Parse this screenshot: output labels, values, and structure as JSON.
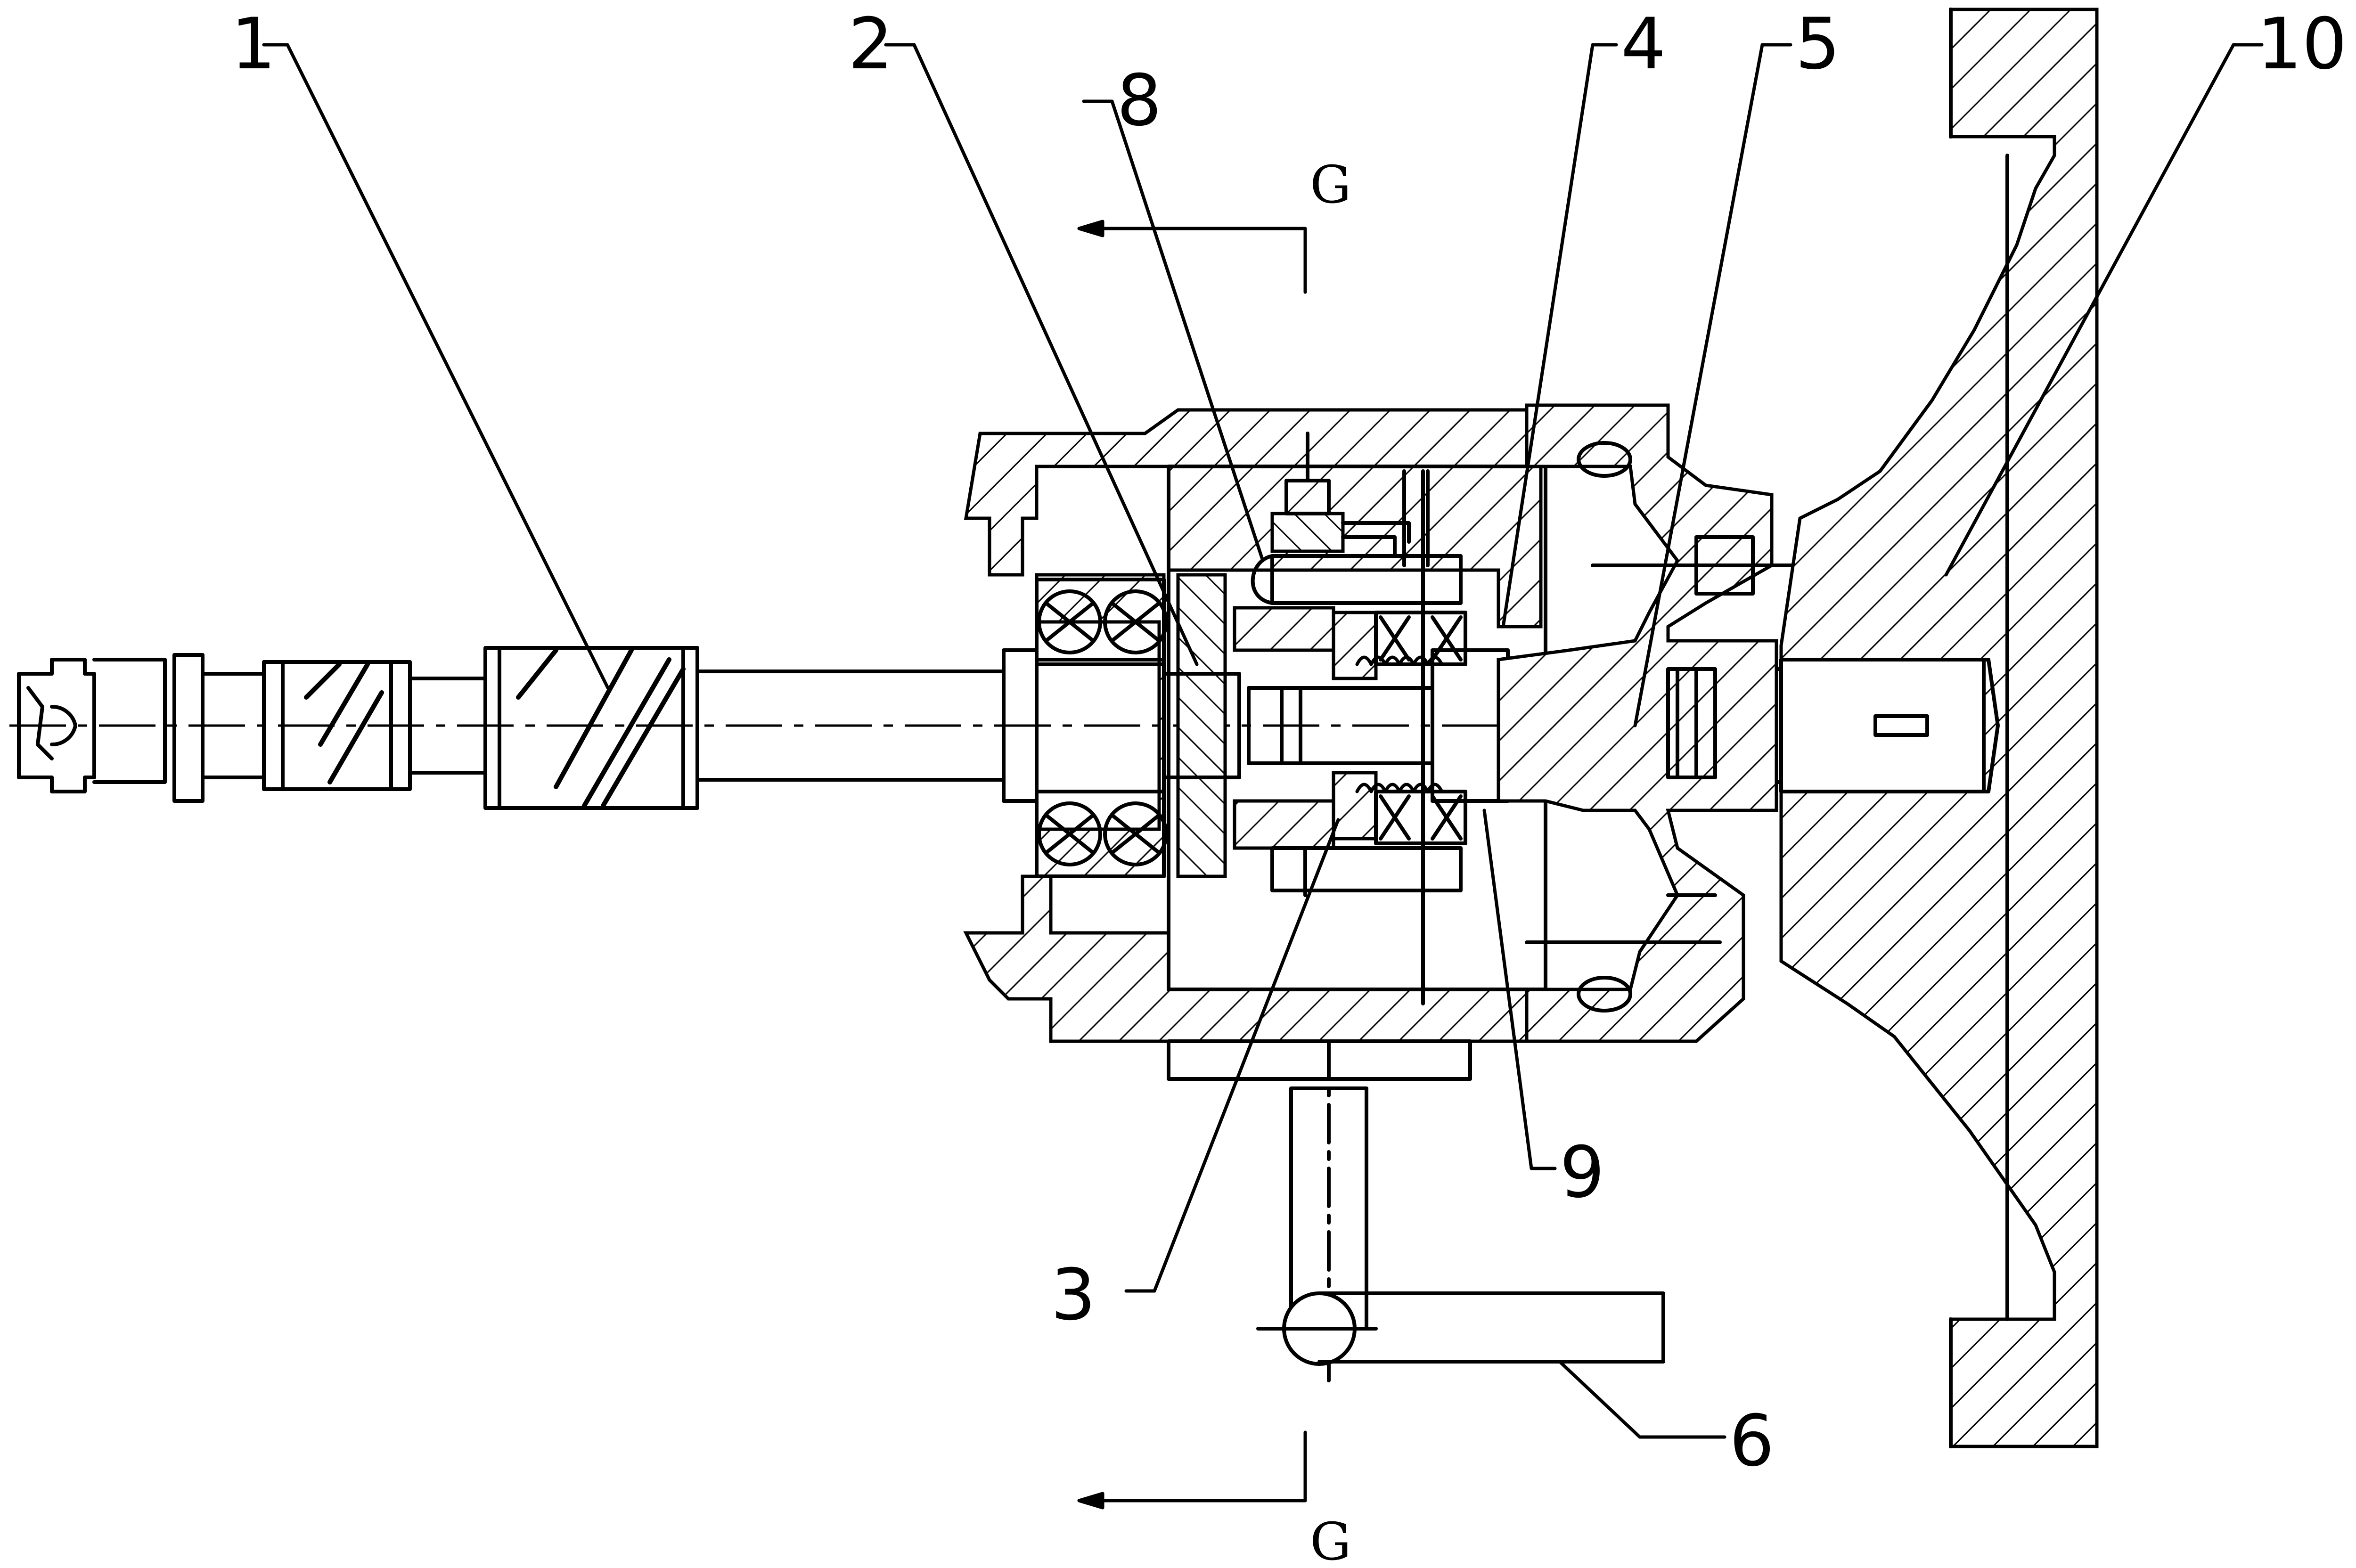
{
  "labels": {
    "p1": "1",
    "p2": "2",
    "p3": "3",
    "p4": "4",
    "p5": "5",
    "p6": "6",
    "p8": "8",
    "p9": "9",
    "p10": "10"
  },
  "section": {
    "top": "G",
    "bottom": "G"
  },
  "colors": {
    "line": "#000000",
    "background": "#ffffff"
  }
}
